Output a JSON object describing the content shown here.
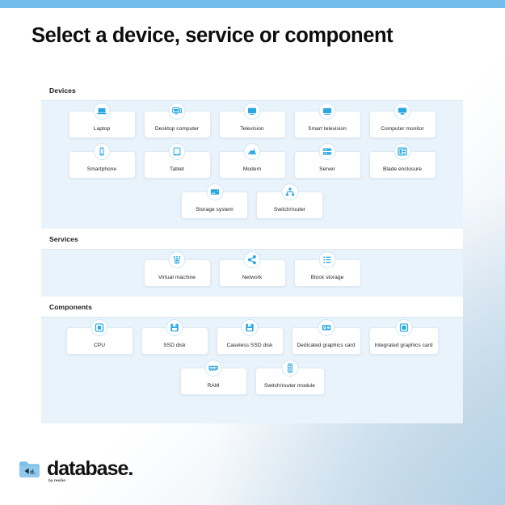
{
  "theme": {
    "topbar_color": "#73bbe8",
    "panel_bg": "#e8f3fb",
    "card_bg": "#ffffff",
    "icon_color": "#29a8e0",
    "badge_border": "#cfe6f6",
    "title_color": "#0d0d0d"
  },
  "header": {
    "title": "Select a device, service or component"
  },
  "sections": [
    {
      "name": "devices",
      "title": "Devices",
      "rows": [
        [
          {
            "label": "Laptop",
            "icon": "laptop-icon"
          },
          {
            "label": "Desktop computer",
            "icon": "desktop-computer-icon"
          },
          {
            "label": "Television",
            "icon": "television-icon"
          },
          {
            "label": "Smart television",
            "icon": "smart-television-icon"
          },
          {
            "label": "Computer monitor",
            "icon": "computer-monitor-icon"
          }
        ],
        [
          {
            "label": "Smartphone",
            "icon": "smartphone-icon"
          },
          {
            "label": "Tablet",
            "icon": "tablet-icon"
          },
          {
            "label": "Modem",
            "icon": "modem-icon"
          },
          {
            "label": "Server",
            "icon": "server-icon"
          },
          {
            "label": "Blade enclosure",
            "icon": "blade-enclosure-icon"
          }
        ],
        [
          {
            "label": "Storage system",
            "icon": "storage-system-icon"
          },
          {
            "label": "Switch/router",
            "icon": "switch-router-icon"
          }
        ]
      ]
    },
    {
      "name": "services",
      "title": "Services",
      "rows": [
        [
          {
            "label": "Virtual machine",
            "icon": "virtual-machine-icon"
          },
          {
            "label": "Network",
            "icon": "network-icon"
          },
          {
            "label": "Block storage",
            "icon": "block-storage-icon"
          }
        ]
      ]
    },
    {
      "name": "components",
      "title": "Components",
      "rows": [
        [
          {
            "label": "CPU",
            "icon": "cpu-icon"
          },
          {
            "label": "SSD disk",
            "icon": "ssd-disk-icon"
          },
          {
            "label": "Caseless SSD disk",
            "icon": "caseless-ssd-disk-icon"
          },
          {
            "label": "Dedicated graphics card",
            "icon": "dedicated-graphics-card-icon"
          },
          {
            "label": "Integrated graphics card",
            "icon": "integrated-graphics-card-icon"
          }
        ],
        [
          {
            "label": "RAM",
            "icon": "ram-icon"
          },
          {
            "label": "Switch/router module",
            "icon": "switch-router-module-icon"
          }
        ]
      ]
    }
  ],
  "footer": {
    "brand": "database.",
    "byline": "by resilio"
  }
}
